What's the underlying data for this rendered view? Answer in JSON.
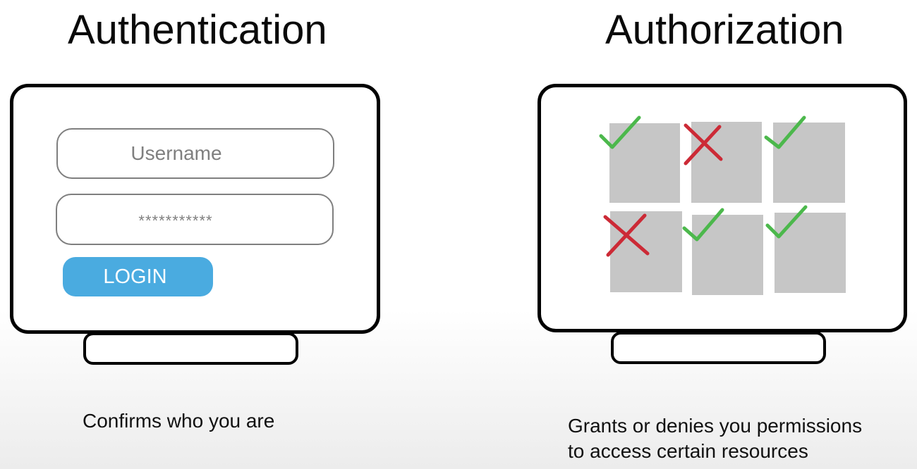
{
  "authentication": {
    "title": "Authentication",
    "username_placeholder": "Username",
    "password_value": "***********",
    "login_label": "LOGIN",
    "caption": "Confirms who you are"
  },
  "authorization": {
    "title": "Authorization",
    "caption_line1": "Grants or denies you permissions",
    "caption_line2": "to access certain resources",
    "resources": [
      {
        "status": "granted"
      },
      {
        "status": "denied"
      },
      {
        "status": "granted"
      },
      {
        "status": "denied"
      },
      {
        "status": "granted"
      },
      {
        "status": "granted"
      }
    ]
  },
  "colors": {
    "login_button": "#4aabe0",
    "field_border": "#7f7f7f",
    "tile": "#c6c6c6",
    "check": "#4cb84c",
    "cross": "#cc2a36"
  }
}
